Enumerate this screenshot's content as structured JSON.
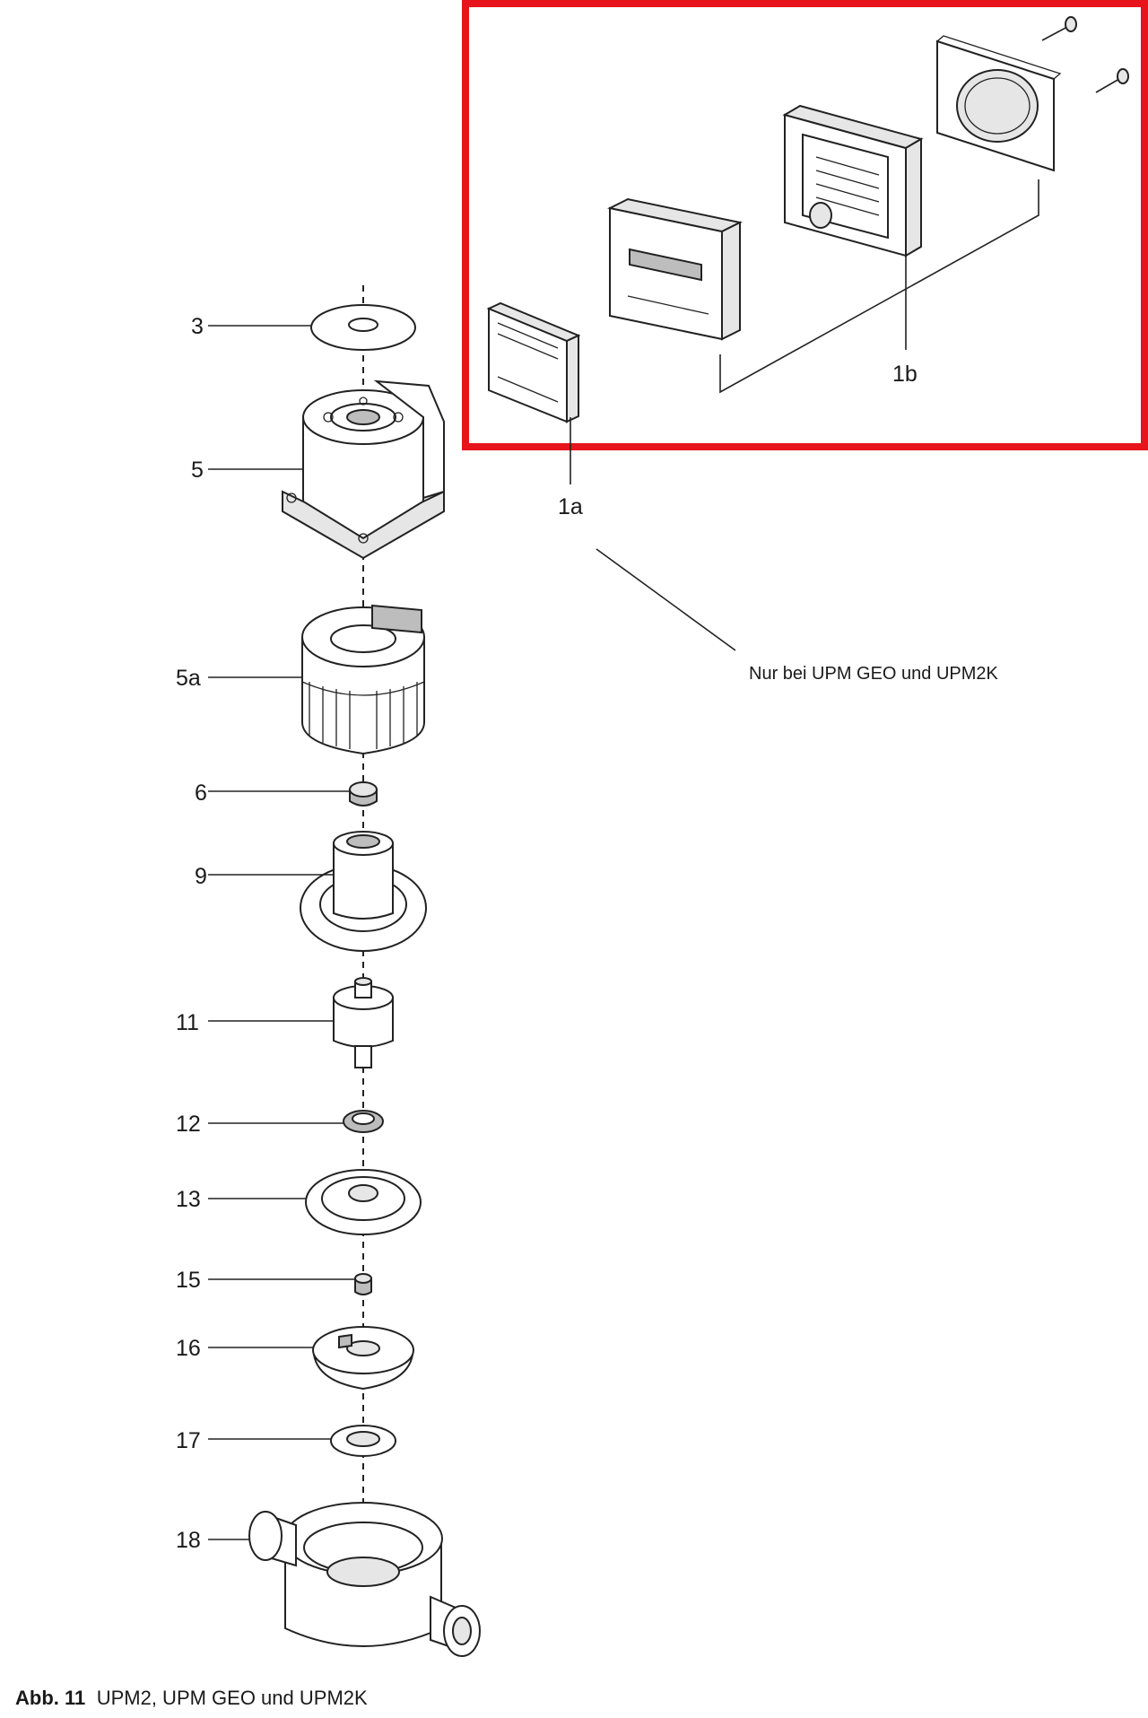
{
  "figure": {
    "caption_number": "Abb. 11",
    "caption_text": "UPM2, UPM GEO und UPM2K",
    "note": "Nur bei UPM GEO und UPM2K",
    "highlight_color": "#e8141b"
  },
  "parts": [
    {
      "label": "3"
    },
    {
      "label": "5"
    },
    {
      "label": "5a"
    },
    {
      "label": "6"
    },
    {
      "label": "9"
    },
    {
      "label": "11"
    },
    {
      "label": "12"
    },
    {
      "label": "13"
    },
    {
      "label": "15"
    },
    {
      "label": "16"
    },
    {
      "label": "17"
    },
    {
      "label": "18"
    }
  ],
  "electronics": [
    {
      "label": "1a"
    },
    {
      "label": "1b"
    }
  ]
}
